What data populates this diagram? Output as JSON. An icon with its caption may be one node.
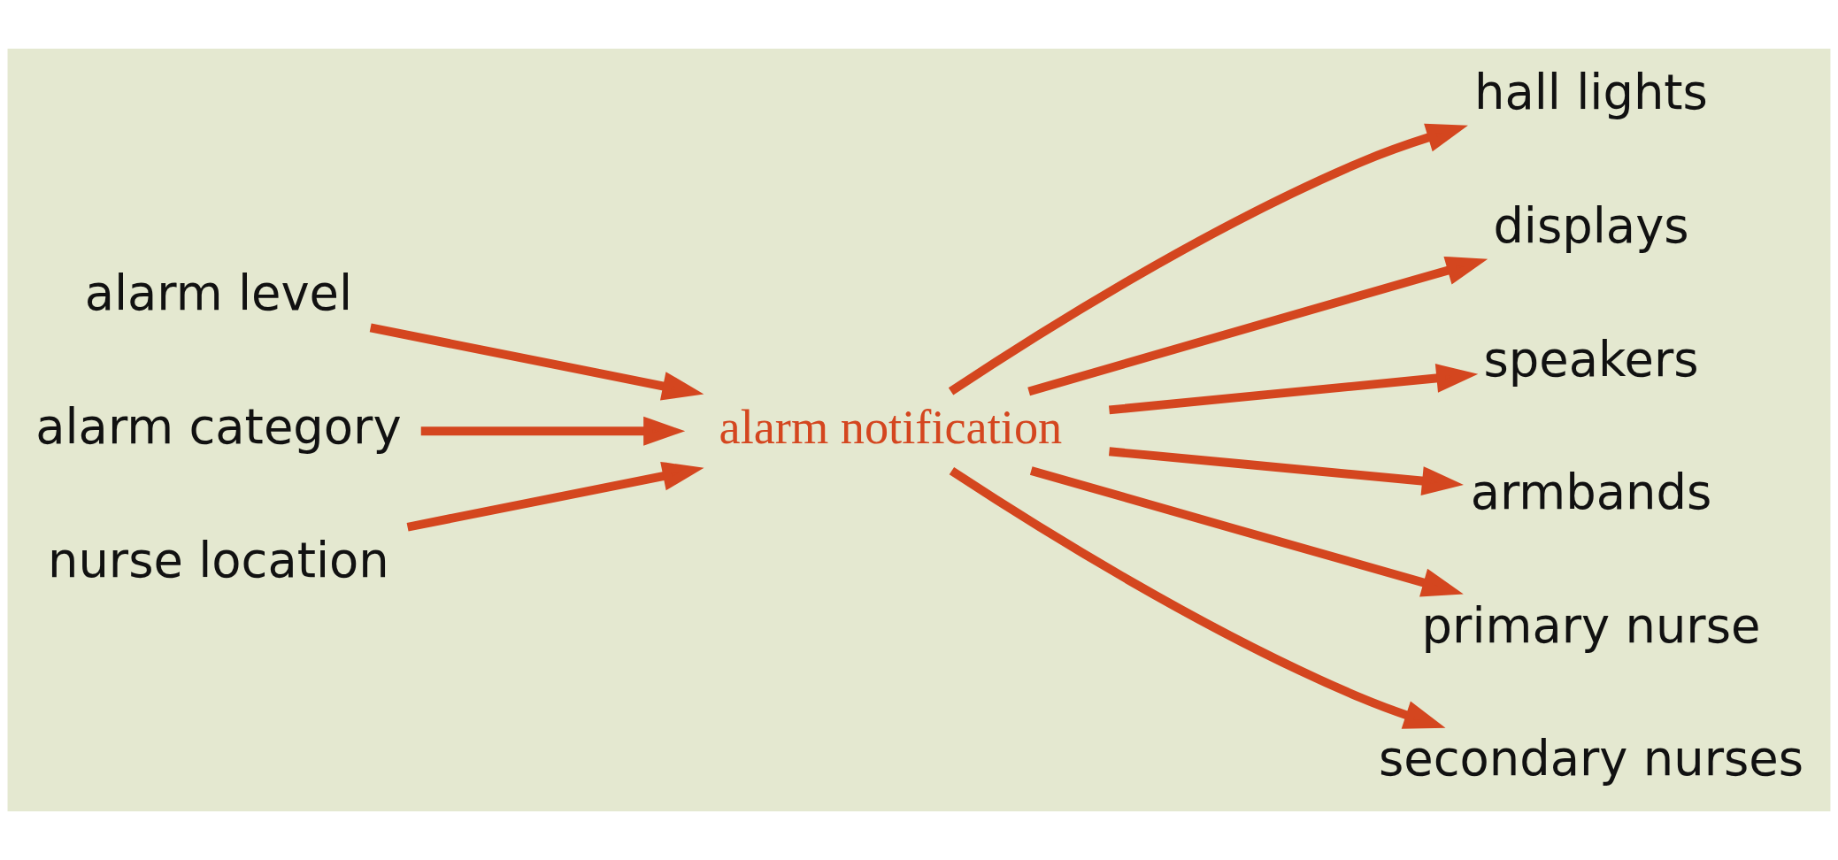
{
  "diagram": {
    "nodes": [
      {
        "text": [
          "alarm level"
        ]
      },
      {
        "text": [
          "alarm category"
        ]
      },
      {
        "text": [
          "nurse location"
        ]
      },
      {
        "text": [
          "alarm notification"
        ]
      },
      {
        "text": [
          "hall lights"
        ]
      },
      {
        "text": [
          "displays"
        ]
      },
      {
        "text": [
          "speakers"
        ]
      },
      {
        "text": [
          "armbands"
        ]
      },
      {
        "text": [
          "primary nurse"
        ]
      },
      {
        "text": [
          "secondary nurses"
        ]
      }
    ],
    "edges": [
      {
        "from": 0,
        "to": 3,
        "arrow": "to"
      },
      {
        "from": 1,
        "to": 3,
        "arrow": "to"
      },
      {
        "from": 2,
        "to": 3,
        "arrow": "to"
      },
      {
        "from": 3,
        "to": 4,
        "arrow": "to"
      },
      {
        "from": 3,
        "to": 5,
        "arrow": "to"
      },
      {
        "from": 3,
        "to": 6,
        "arrow": "to"
      },
      {
        "from": 3,
        "to": 7,
        "arrow": "to"
      },
      {
        "from": 3,
        "to": 8,
        "arrow": "to"
      },
      {
        "from": 3,
        "to": 9,
        "arrow": "to"
      }
    ]
  }
}
